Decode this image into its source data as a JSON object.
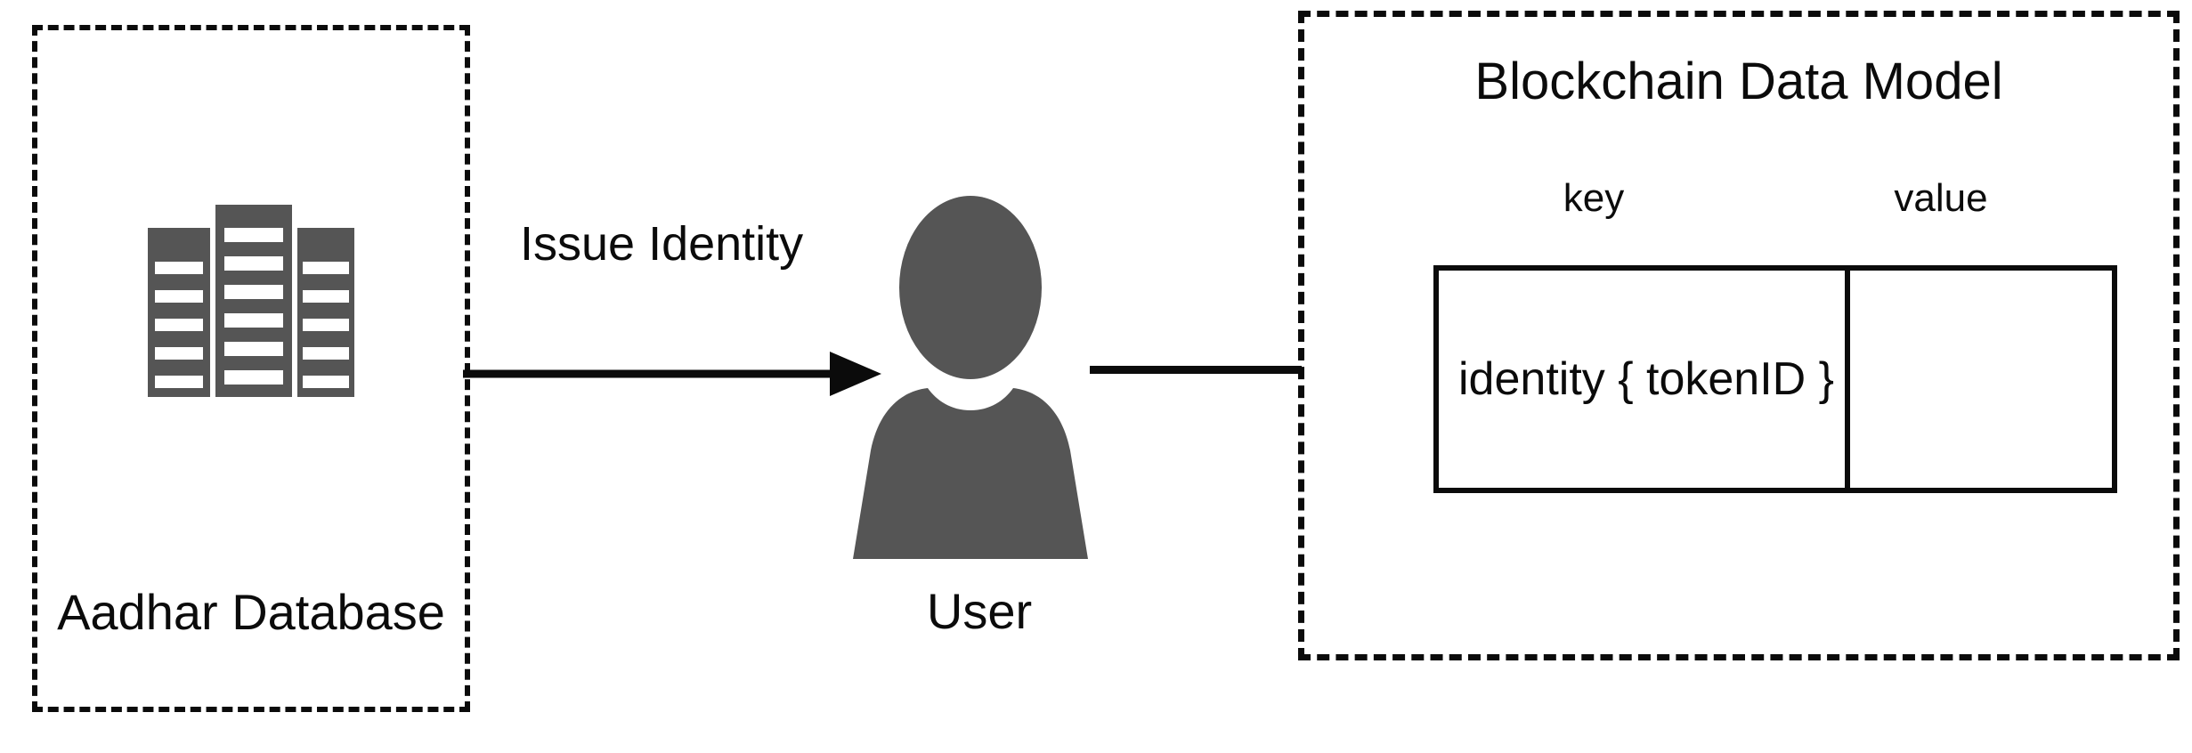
{
  "diagram": {
    "title": "Aadhar identity issuance to blockchain data model",
    "colors": {
      "stroke": "#0b0b0b",
      "icon_fill": "#555555",
      "background": "#ffffff"
    }
  },
  "aadhar": {
    "label": "Aadhar Database",
    "icon": "buildings-icon"
  },
  "flow": {
    "issue_label": "Issue Identity",
    "arrow": "arrow-right-icon",
    "connector": "connector-line"
  },
  "user": {
    "label": "User",
    "icon": "person-icon"
  },
  "blockchain": {
    "title": "Blockchain Data Model",
    "columns": [
      "key",
      "value"
    ],
    "rows": [
      {
        "key": "identity { tokenID }",
        "value": ""
      }
    ]
  }
}
